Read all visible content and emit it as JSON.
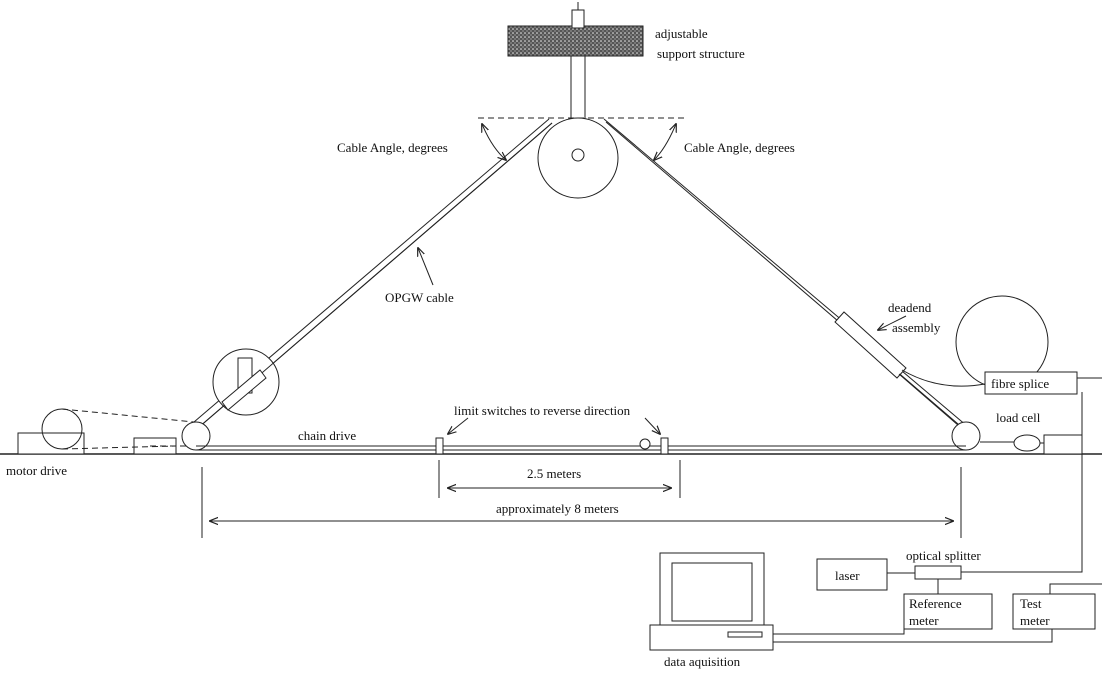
{
  "labels": {
    "support": [
      "adjustable",
      "support structure"
    ],
    "cable_angle_left": "Cable Angle, degrees",
    "cable_angle_right": "Cable Angle, degrees",
    "opgw_cable": "OPGW cable",
    "deadend": [
      "deadend",
      "assembly"
    ],
    "fibre_splice": "fibre splice",
    "load_cell": "load cell",
    "limit_switches": "limit switches to reverse direction",
    "chain_drive": "chain drive",
    "motor_drive": "motor drive",
    "span_short": "2.5 meters",
    "span_long": "approximately 8 meters",
    "optical_splitter": "optical splitter",
    "laser": "laser",
    "reference_meter": [
      "Reference",
      "meter"
    ],
    "test_meter": [
      "Test",
      "meter"
    ],
    "data_acquisition": "data aquisition"
  }
}
